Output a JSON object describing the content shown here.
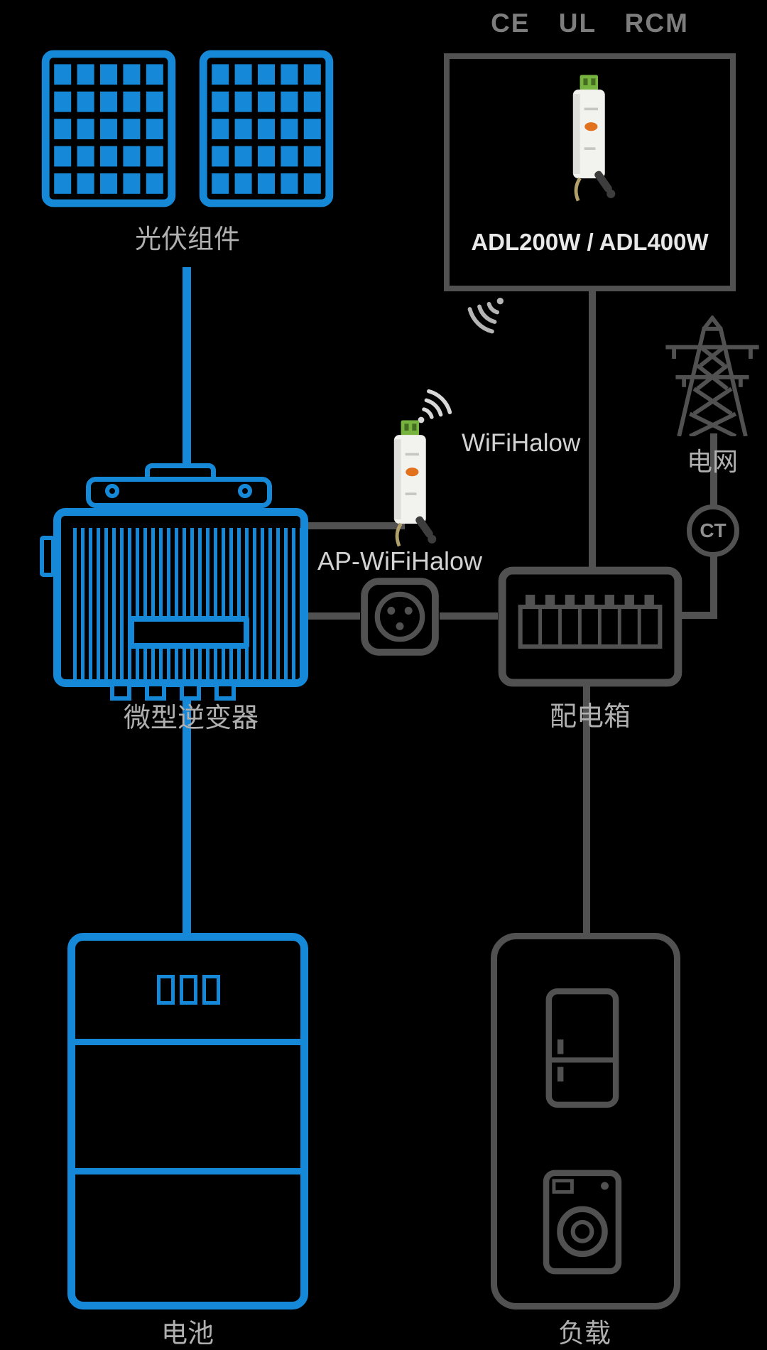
{
  "colors": {
    "background": "#000000",
    "accent_blue": "#1688d8",
    "diagram_gray": "#515151",
    "label_gray": "#b0b0b0",
    "light_text": "#d2d2d2",
    "cert_gray": "#7d7d7d",
    "meter_body": "#f2f2ef",
    "meter_button_orange": "#e2711d",
    "meter_terminal_green": "#76b33f"
  },
  "certifications": {
    "label": "CE UL RCM"
  },
  "meter_box": {
    "model": "ADL200W / ADL400W"
  },
  "wireless": {
    "wifi_label": "WiFiHalow",
    "ap_label": "AP-WiFiHalow"
  },
  "nodes": {
    "pv_panels": {
      "label": "光伏组件"
    },
    "micro_inverter": {
      "label": "微型逆变器"
    },
    "battery": {
      "label": "电池"
    },
    "grid": {
      "label": "电网"
    },
    "ct_sensor": {
      "label": "CT"
    },
    "distribution_box": {
      "label": "配电箱"
    },
    "load": {
      "label": "负载"
    }
  },
  "icons": {
    "solar_panel": "blue cell-grid panel",
    "energy_meter": "white DIN-rail meter with antenna",
    "wifi_signal": "wifi-arcs",
    "grid_tower": "transmission-tower",
    "power_socket": "round socket with three holes",
    "breaker_row": "distribution box breakers",
    "fridge": "refrigerator outline",
    "washing_machine": "washing machine outline"
  }
}
